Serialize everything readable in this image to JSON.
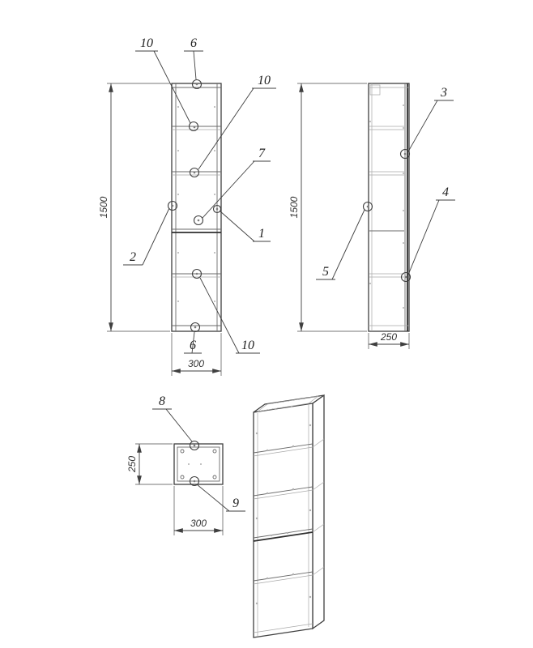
{
  "drawing": {
    "colors": {
      "line": "#3f3f3f",
      "light_line": "#a8a8a8",
      "background": "#ffffff"
    },
    "views": {
      "front": {
        "dims": {
          "height": "1500",
          "width": "300"
        },
        "callouts": [
          "10",
          "6",
          "10",
          "7",
          "1",
          "2",
          "6",
          "10"
        ]
      },
      "side": {
        "dims": {
          "height": "1500",
          "depth": "250"
        },
        "callouts": [
          "3",
          "4",
          "5"
        ]
      },
      "top": {
        "dims": {
          "depth": "250",
          "width": "300"
        },
        "callouts": [
          "8",
          "9"
        ]
      }
    }
  }
}
